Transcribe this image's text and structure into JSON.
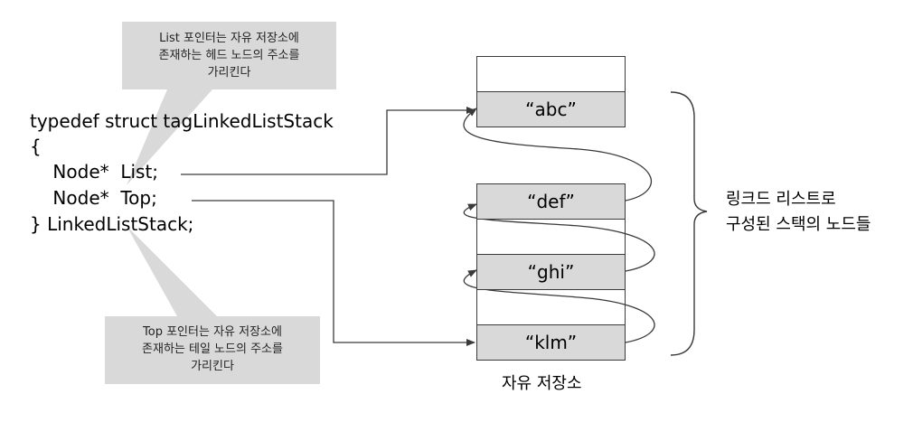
{
  "code": {
    "line1": "typedef struct tagLinkedListStack",
    "line2": "{",
    "line3": "    Node*  List;",
    "line4": "    Node*  Top;",
    "line5": "} LinkedListStack;"
  },
  "callouts": {
    "list": {
      "line1": "List 포인터는 자유 저장소에",
      "line2": "존재하는 헤드 노드의 주소를",
      "line3": "가리킨다"
    },
    "top": {
      "line1": "Top 포인터는 자유 저장소에",
      "line2": "존재하는 테일 노드의 주소를",
      "line3": "가리킨다"
    }
  },
  "memory": {
    "nodes": [
      "“abc”",
      "“def”",
      "“ghi”",
      "“klm”"
    ],
    "caption": "자유 저장소"
  },
  "brace_label": {
    "line1": "링크드 리스트로",
    "line2": "구성된 스택의 노드들"
  },
  "colors": {
    "callout_bg": "#d9d9d9",
    "node_bg": "#d9d9d9",
    "line": "#3a3a3a"
  }
}
